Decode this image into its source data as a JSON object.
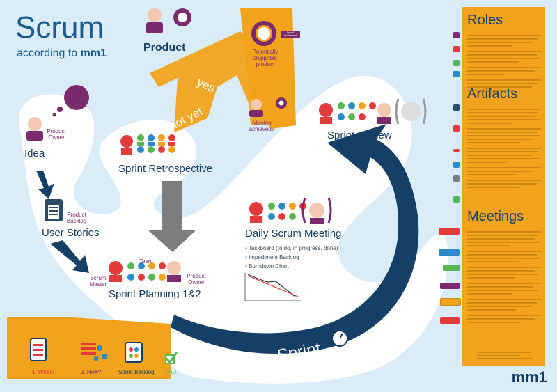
{
  "header": {
    "title": "Scrum",
    "subtitle_prefix": "according to ",
    "subtitle_brand": "mm1"
  },
  "flow": {
    "product": "Product",
    "potentially_shippable": "Potentially shippable product",
    "sprint_increment": "Sprint Increment",
    "yes": "yes",
    "not_yet": "not yet",
    "mission_achieved": "Mission achieved?",
    "idea": "Idea",
    "product_owner_idea": "Product Owner",
    "product_backlog": "Product Backlog",
    "user_stories": "User Stories",
    "sprint_retrospective": "Sprint Retrospective",
    "sprint_review": "Sprint Review",
    "daily_scrum_meeting": "Daily Scrum Meeting",
    "daily_items": [
      "Taskboard (to do, in progress, done)",
      "Impediment Backlog",
      "Burndown Chart"
    ],
    "scrum_master": "Scrum Master",
    "team": "Team",
    "product_owner_planning": "Product Owner",
    "sprint_planning": "Sprint Planning 1&2",
    "what": "1. What?",
    "how": "2. How?",
    "sprint_backlog": "Sprint Backlog",
    "dod": "DoD",
    "sprint": "Sprint"
  },
  "panel": {
    "roles": "Roles",
    "artifacts": "Artifacts",
    "meetings": "Meetings",
    "brand": "mm1"
  },
  "colors": {
    "background": "#d9ecf7",
    "navy": "#153f66",
    "orange": "#f2a31b",
    "purple": "#7a2a6d",
    "red": "#e23b3b"
  }
}
